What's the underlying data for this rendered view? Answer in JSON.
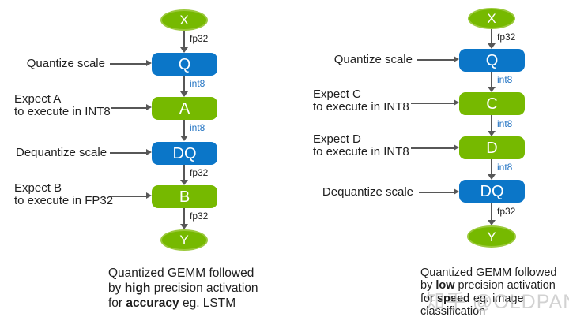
{
  "colors": {
    "node_green": "#76b900",
    "node_blue": "#0b76c8",
    "edge_label_blue": "#2273c3",
    "arrow_gray": "#575757",
    "text": "#1f1f1f",
    "watermark_gray": "#c3c3c3"
  },
  "left": {
    "nodes": {
      "x": "X",
      "q": "Q",
      "a": "A",
      "dq": "DQ",
      "b": "B",
      "y": "Y"
    },
    "edge_labels": {
      "e1": "fp32",
      "e2": "int8",
      "e3": "int8",
      "e4": "fp32",
      "e5": "fp32"
    },
    "side_labels": {
      "quantize": "Quantize scale",
      "expect_a_line1": "Expect A",
      "expect_a_line2": "to execute in INT8",
      "dequantize": "Dequantize scale",
      "expect_b_line1": "Expect B",
      "expect_b_line2": "to execute in FP32"
    },
    "caption": {
      "line1": "Quantized GEMM followed",
      "line2_pre": "by ",
      "line2_bold": "high",
      "line2_post": " precision activation",
      "line3_pre": "for ",
      "line3_bold": "accuracy",
      "line3_post": " eg. LSTM"
    }
  },
  "right": {
    "nodes": {
      "x": "X",
      "q": "Q",
      "c": "C",
      "d": "D",
      "dq": "DQ",
      "y": "Y"
    },
    "edge_labels": {
      "e1": "fp32",
      "e2": "int8",
      "e3": "int8",
      "e4": "int8",
      "e5": "fp32"
    },
    "side_labels": {
      "quantize": "Quantize scale",
      "expect_c_line1": "Expect C",
      "expect_c_line2": "to execute in INT8",
      "expect_d_line1": "Expect D",
      "expect_d_line2": "to execute in INT8",
      "dequantize": "Dequantize scale"
    },
    "caption": {
      "line1": "Quantized GEMM followed",
      "line2_pre": "by ",
      "line2_bold": "low",
      "line2_post": " precision activation",
      "line3_pre": "for ",
      "line3_bold": "speed",
      "line3_post": " eg. image",
      "line4": "classification"
    }
  },
  "watermark": {
    "text": "知乎 @OLDPAN"
  }
}
